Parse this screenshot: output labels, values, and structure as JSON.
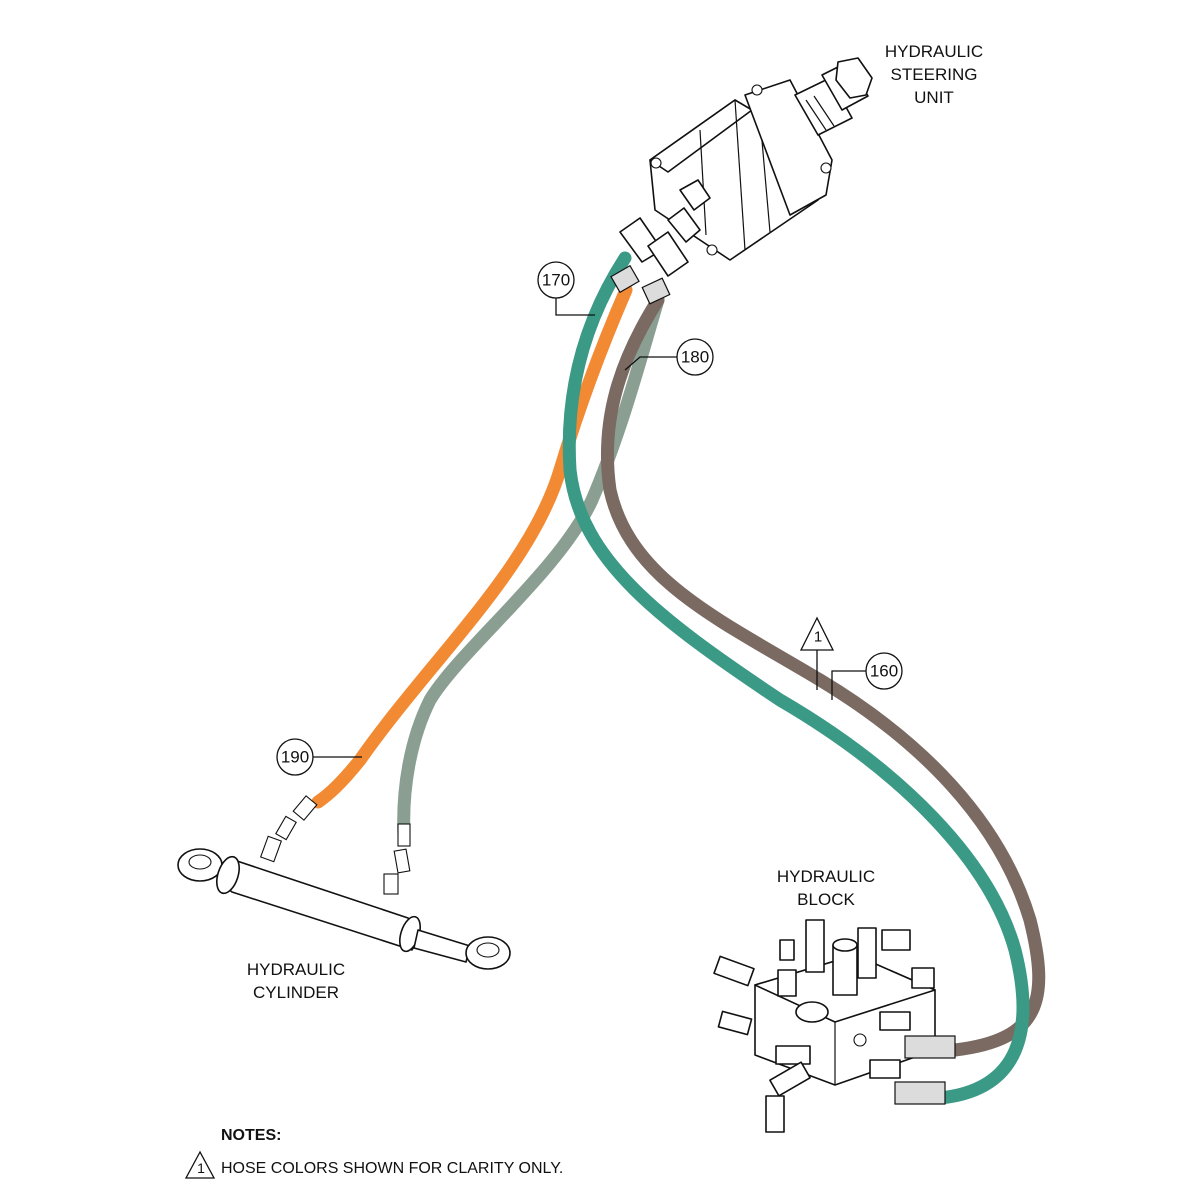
{
  "components": {
    "steering_unit": {
      "line1": "HYDRAULIC",
      "line2": "STEERING",
      "line3": "UNIT"
    },
    "cylinder": {
      "line1": "HYDRAULIC",
      "line2": "CYLINDER"
    },
    "block": {
      "line1": "HYDRAULIC",
      "line2": "BLOCK"
    }
  },
  "callouts": {
    "c160": "160",
    "c170": "170",
    "c180": "180",
    "c190": "190",
    "note_ref": "1"
  },
  "notes": {
    "title": "NOTES:",
    "items": [
      {
        "ref": "1",
        "text": "HOSE COLORS SHOWN FOR CLARITY ONLY."
      }
    ]
  },
  "hose_colors": {
    "h160": "#7a6a62",
    "h170": "#3a9a86",
    "h180": "#8a9f92",
    "h190": "#f28a34"
  }
}
